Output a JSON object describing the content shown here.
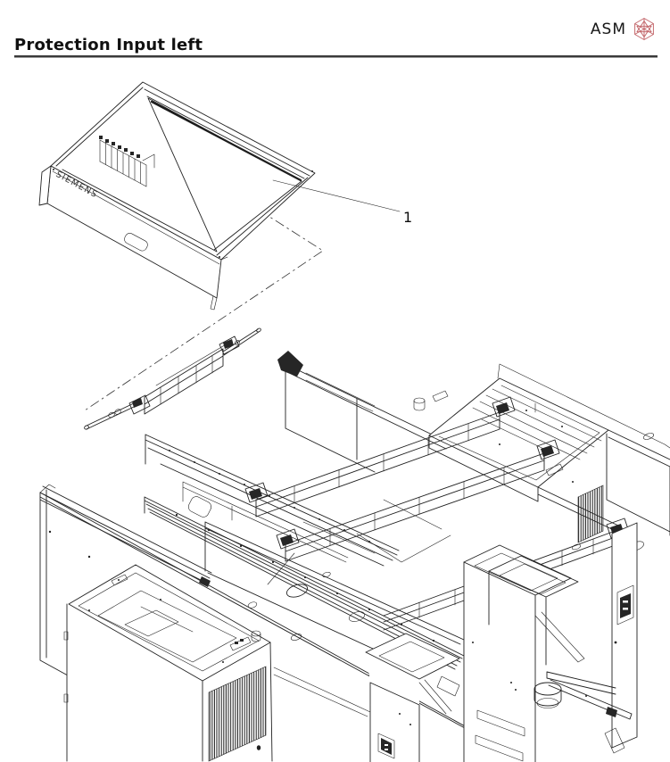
{
  "page": {
    "background": "#ffffff"
  },
  "header": {
    "title": "Protection Input left",
    "rule_color": "#3a3a3a"
  },
  "logo": {
    "text": "ASM",
    "icon": "hexagon-gem-icon",
    "icon_color": "#c4696d",
    "text_color": "#161616"
  },
  "drawing": {
    "line_color": "#222222",
    "cover": {
      "brand_label": "SIEMENS",
      "callout_number": "1"
    }
  }
}
